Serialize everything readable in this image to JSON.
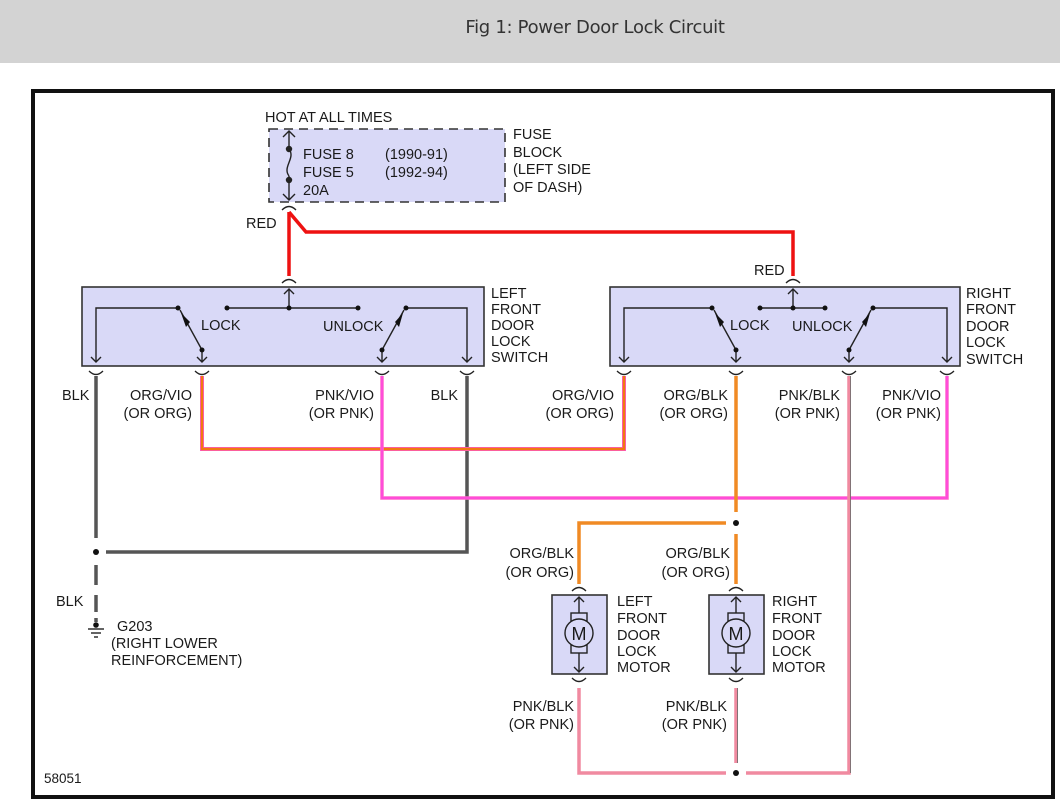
{
  "header": {
    "title": "Fig 1: Power Door Lock Circuit"
  },
  "diagram": {
    "figure_number": "58051",
    "colors": {
      "red_wire": "#ee1111",
      "blk_wire": "#555555",
      "org_wire": "#f08a24",
      "org_vio_wire": "#f07a10",
      "pnk_vio_wire": "#ff55cc",
      "pnk_blk_wire": "#f08aa0",
      "component_fill": "#d9d9f7"
    },
    "fuse_block": {
      "header": "HOT AT ALL TIMES",
      "lines": [
        "FUSE 8",
        "FUSE 5",
        "20A"
      ],
      "years": [
        "(1990-91)",
        "(1992-94)"
      ],
      "label": [
        "FUSE",
        "BLOCK",
        "(LEFT SIDE",
        "OF DASH)"
      ],
      "output_wire": "RED"
    },
    "left_switch": {
      "label": [
        "LEFT",
        "FRONT",
        "DOOR",
        "LOCK",
        "SWITCH"
      ],
      "lock_label": "LOCK",
      "unlock_label": "UNLOCK",
      "wires": [
        {
          "color": "BLK",
          "alt": ""
        },
        {
          "color": "ORG/VIO",
          "alt": "(OR ORG)"
        },
        {
          "color": "PNK/VIO",
          "alt": "(OR PNK)"
        },
        {
          "color": "BLK",
          "alt": ""
        }
      ]
    },
    "right_switch": {
      "input_wire": "RED",
      "label": [
        "RIGHT",
        "FRONT",
        "DOOR",
        "LOCK",
        "SWITCH"
      ],
      "lock_label": "LOCK",
      "unlock_label": "UNLOCK",
      "wires": [
        {
          "color": "ORG/VIO",
          "alt": "(OR ORG)"
        },
        {
          "color": "ORG/BLK",
          "alt": "(OR ORG)"
        },
        {
          "color": "PNK/BLK",
          "alt": "(OR PNK)"
        },
        {
          "color": "PNK/VIO",
          "alt": "(OR PNK)"
        }
      ]
    },
    "ground": {
      "wire": "BLK",
      "id": "G203",
      "location": [
        "(RIGHT LOWER",
        "REINFORCEMENT)"
      ]
    },
    "left_motor": {
      "symbol": "M",
      "label": [
        "LEFT",
        "FRONT",
        "DOOR",
        "LOCK",
        "MOTOR"
      ],
      "top_wire": {
        "color": "ORG/BLK",
        "alt": "(OR ORG)"
      },
      "bottom_wire": {
        "color": "PNK/BLK",
        "alt": "(OR PNK)"
      }
    },
    "right_motor": {
      "symbol": "M",
      "label": [
        "RIGHT",
        "FRONT",
        "DOOR",
        "LOCK",
        "MOTOR"
      ],
      "top_wire": {
        "color": "ORG/BLK",
        "alt": "(OR ORG)"
      },
      "bottom_wire": {
        "color": "PNK/BLK",
        "alt": "(OR PNK)"
      }
    }
  }
}
